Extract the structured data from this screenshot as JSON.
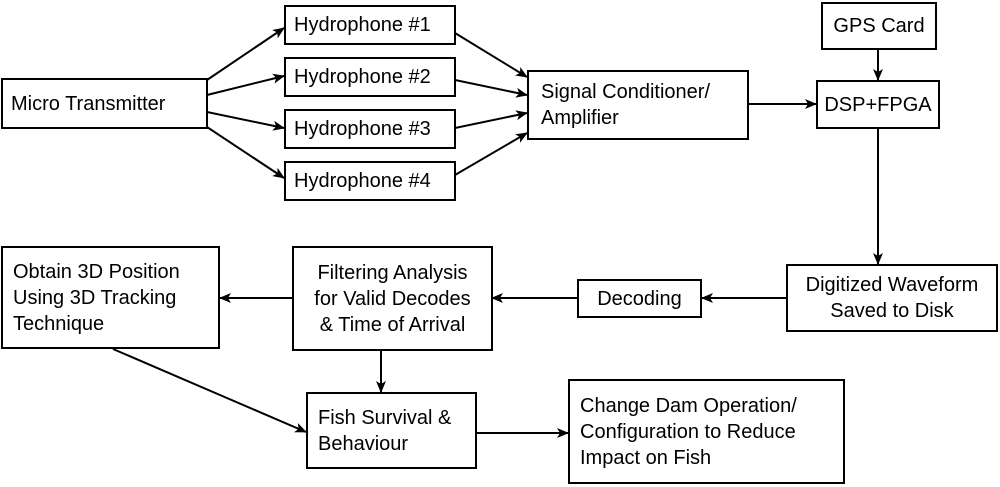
{
  "nodes": {
    "micro_transmitter": "Micro Transmitter",
    "hydrophone_1": "Hydrophone #1",
    "hydrophone_2": "Hydrophone #2",
    "hydrophone_3": "Hydrophone #3",
    "hydrophone_4": "Hydrophone #4",
    "signal_conditioner": "Signal Conditioner/\nAmplifier",
    "gps_card": "GPS Card",
    "dsp_fpga": "DSP+FPGA",
    "digitized_waveform": "Digitized Waveform\nSaved to Disk",
    "decoding": "Decoding",
    "filtering_analysis": "Filtering Analysis\nfor Valid Decodes\n& Time of Arrival",
    "obtain_3d_position": "Obtain 3D Position\nUsing 3D Tracking\nTechnique",
    "fish_survival": "Fish Survival &\nBehaviour",
    "change_dam_operation": "Change Dam Operation/\nConfiguration to Reduce\nImpact on Fish"
  },
  "edges": [
    {
      "from": "micro_transmitter",
      "to": "hydrophone_1"
    },
    {
      "from": "micro_transmitter",
      "to": "hydrophone_2"
    },
    {
      "from": "micro_transmitter",
      "to": "hydrophone_3"
    },
    {
      "from": "micro_transmitter",
      "to": "hydrophone_4"
    },
    {
      "from": "hydrophone_1",
      "to": "signal_conditioner"
    },
    {
      "from": "hydrophone_2",
      "to": "signal_conditioner"
    },
    {
      "from": "hydrophone_3",
      "to": "signal_conditioner"
    },
    {
      "from": "hydrophone_4",
      "to": "signal_conditioner"
    },
    {
      "from": "signal_conditioner",
      "to": "dsp_fpga"
    },
    {
      "from": "gps_card",
      "to": "dsp_fpga"
    },
    {
      "from": "dsp_fpga",
      "to": "digitized_waveform"
    },
    {
      "from": "digitized_waveform",
      "to": "decoding"
    },
    {
      "from": "decoding",
      "to": "filtering_analysis"
    },
    {
      "from": "filtering_analysis",
      "to": "obtain_3d_position"
    },
    {
      "from": "filtering_analysis",
      "to": "fish_survival"
    },
    {
      "from": "obtain_3d_position",
      "to": "fish_survival"
    },
    {
      "from": "fish_survival",
      "to": "change_dam_operation"
    }
  ]
}
